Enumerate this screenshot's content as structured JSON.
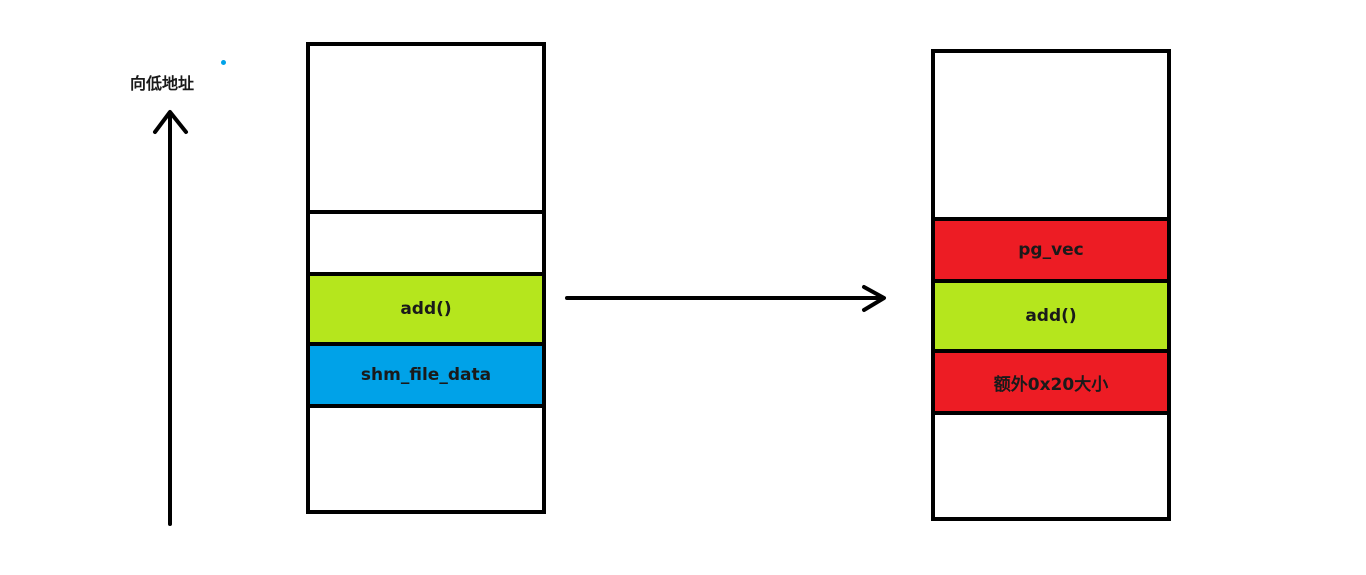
{
  "direction_label": "向低地址",
  "left_stack": {
    "blocks": [
      {
        "label": "add()",
        "color": "#b5e61d"
      },
      {
        "label": "shm_file_data",
        "color": "#00a2e8"
      }
    ]
  },
  "right_stack": {
    "blocks": [
      {
        "label": "pg_vec",
        "color": "#ed1c24"
      },
      {
        "label": "add()",
        "color": "#b5e61d"
      },
      {
        "label": "额外0x20大小",
        "color": "#ed1c24"
      }
    ]
  }
}
